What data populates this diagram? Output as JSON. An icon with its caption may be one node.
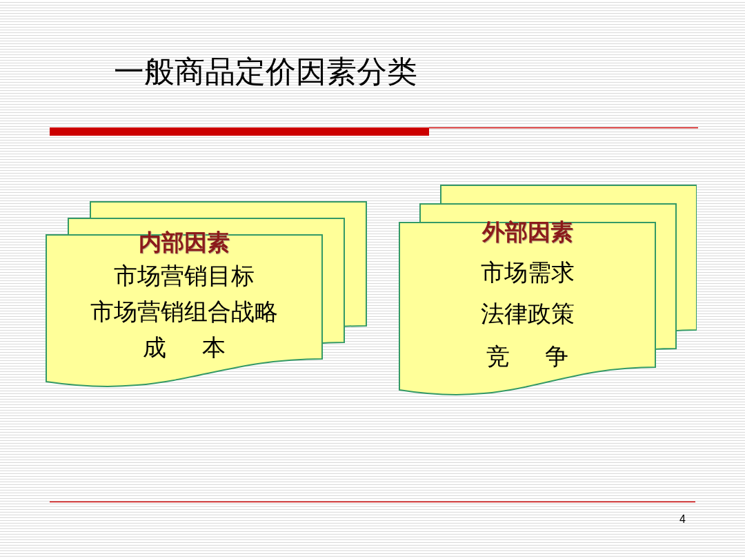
{
  "diagram": {
    "title": "一般商品定价因素分类",
    "nodes": [
      {
        "text": [
          "内部因素",
          "市场营销目标",
          "市场营销组合战略",
          "成 本"
        ]
      },
      {
        "text": [
          "外部因素",
          "市场需求",
          "法律政策",
          "竞 争"
        ]
      }
    ],
    "labels": [
      "4"
    ]
  }
}
